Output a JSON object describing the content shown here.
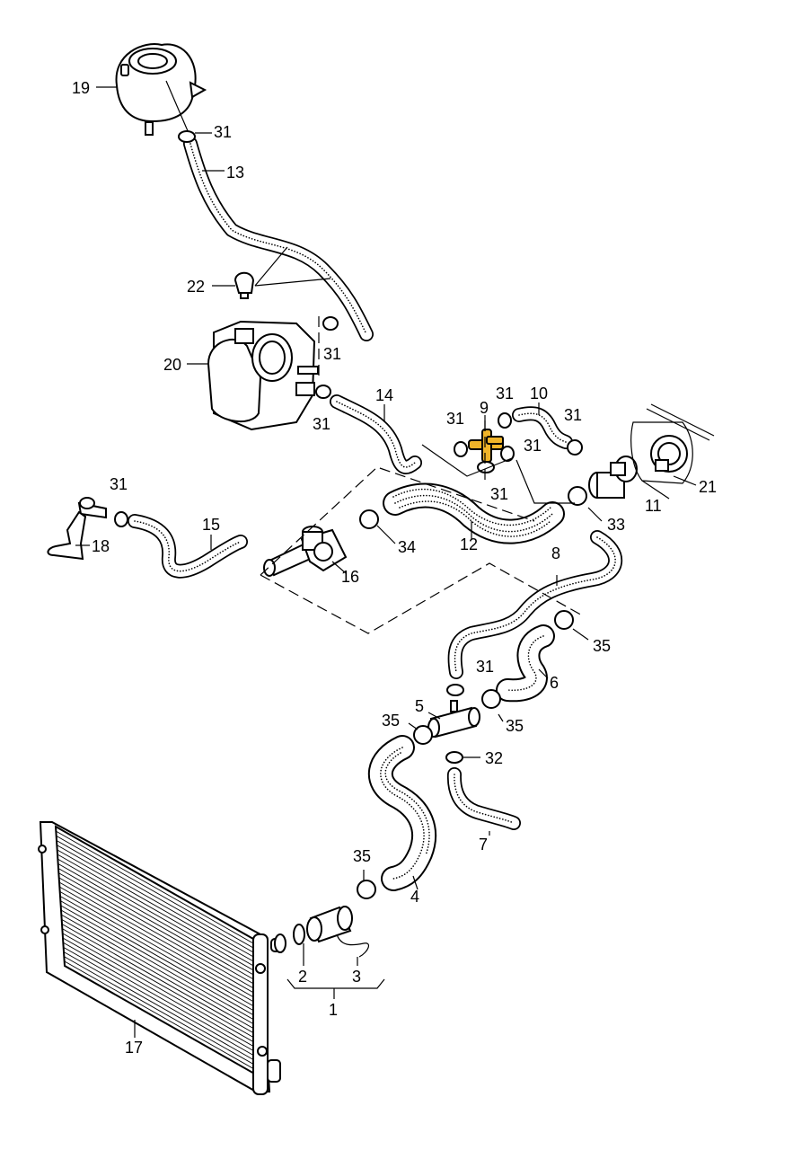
{
  "diagram": {
    "highlight_color": "#f0b429",
    "labels": {
      "l1": "1",
      "l2": "2",
      "l3": "3",
      "l4": "4",
      "l5": "5",
      "l6": "6",
      "l7": "7",
      "l8": "8",
      "l9": "9",
      "l10": "10",
      "l11": "11",
      "l12": "12",
      "l13": "13",
      "l14": "14",
      "l15": "15",
      "l16": "16",
      "l17": "17",
      "l18": "18",
      "l19": "19",
      "l20": "20",
      "l21": "21",
      "l22": "22",
      "l31": "31",
      "l32": "32",
      "l33": "33",
      "l34": "34",
      "l35": "35"
    }
  }
}
